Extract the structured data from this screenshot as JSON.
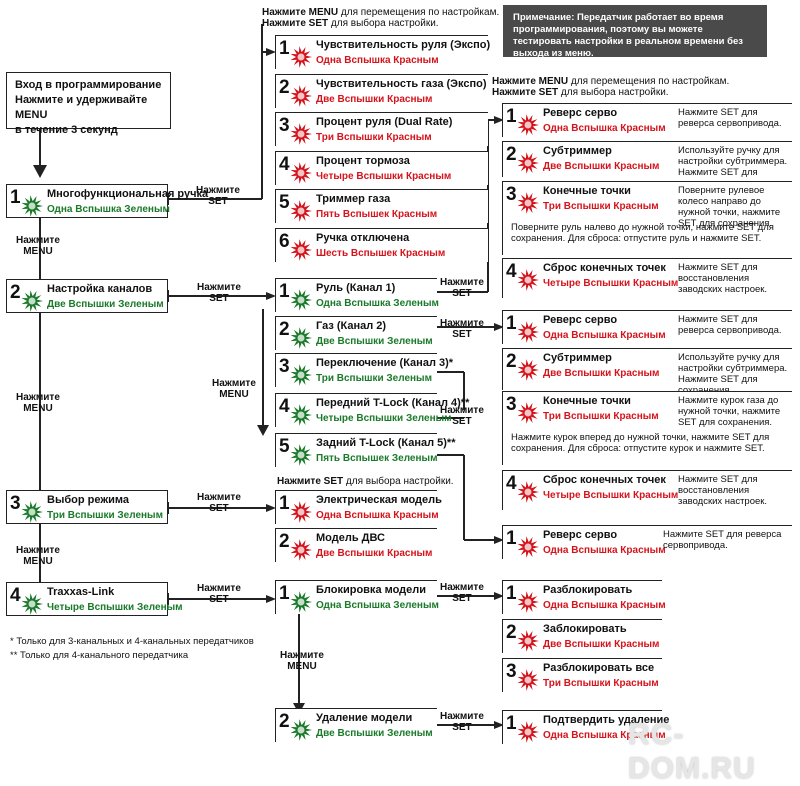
{
  "top_instructions": {
    "menu_prefix": "Нажмите",
    "menu_word": "MENU",
    "menu_rest": "для перемещения по настройкам.",
    "set_prefix": "Нажмите",
    "set_word": "SET",
    "set_rest": "для выбора настройки."
  },
  "note": "Примечание: Передатчик работает во время программирования, поэтому вы можете тестировать настройки в реальном времени без выхода из меню.",
  "entry": {
    "line1": "Вход в программирование",
    "line2": "Нажмите и удерживайте MENU",
    "line3": "в течение 3 секунд"
  },
  "connector_labels": {
    "press_set": "Нажмите\nSET",
    "press_menu": "Нажмите\nMENU"
  },
  "main_menu": [
    {
      "n": "1",
      "title": "Многофункциональная ручка",
      "flash": "Одна Вспышка Зеленым"
    },
    {
      "n": "2",
      "title": "Настройка каналов",
      "flash": "Две Вспышки Зеленым"
    },
    {
      "n": "3",
      "title": "Выбор режима",
      "flash": "Три Вспышки Зеленым"
    },
    {
      "n": "4",
      "title": "Traxxas-Link",
      "flash": "Четыре Вспышки Зеленым"
    }
  ],
  "multi_knob": [
    {
      "n": "1",
      "title": "Чувствительность руля (Экспо)",
      "flash": "Одна Вспышка Красным"
    },
    {
      "n": "2",
      "title": "Чувствительность газа (Экспо)",
      "flash": "Две Вспышки Красным"
    },
    {
      "n": "3",
      "title": "Процент руля (Dual Rate)",
      "flash": "Три Вспышки Красным"
    },
    {
      "n": "4",
      "title": "Процент тормоза",
      "flash": "Четыре Вспышки Красным"
    },
    {
      "n": "5",
      "title": "Триммер газа",
      "flash": "Пять Вспышек Красным"
    },
    {
      "n": "6",
      "title": "Ручка отключена",
      "flash": "Шесть Вспышек Красным"
    }
  ],
  "channels": [
    {
      "n": "1",
      "title": "Руль (Канал 1)",
      "flash": "Одна Вспышка Зеленым"
    },
    {
      "n": "2",
      "title": "Газ (Канал 2)",
      "flash": "Две Вспышки Зеленым"
    },
    {
      "n": "3",
      "title": "Переключение (Канал 3)*",
      "flash": "Три Вспышки Зеленым"
    },
    {
      "n": "4",
      "title": "Передний T-Lock (Канал 4)**",
      "flash": "Четыре Вспышки Зеленым"
    },
    {
      "n": "5",
      "title": "Задний T-Lock (Канал 5)**",
      "flash": "Пять Вспышек Зеленым"
    }
  ],
  "mid_instructions": {
    "menu_prefix": "Нажмите",
    "menu_word": "MENU",
    "menu_rest": "для перемещения по настройкам.",
    "set_prefix": "Нажмите",
    "set_word": "SET",
    "set_rest": "для выбора настройки."
  },
  "steering_sub": [
    {
      "n": "1",
      "title": "Реверс серво",
      "flash": "Одна Вспышка Красным",
      "desc": "Нажмите SET для реверса сервопривода."
    },
    {
      "n": "2",
      "title": "Субтриммер",
      "flash": "Две Вспышки Красным",
      "desc": "Используйте ручку для настройки субтриммера. Нажмите SET для сохранения."
    },
    {
      "n": "3",
      "title": "Конечные точки",
      "flash": "Три Вспышки Красным",
      "desc": "Поверните рулевое колесо направо до нужной точки, нажмите SET для сохранения.",
      "desc2": "Поверните руль налево до нужной точки, нажмите SET для сохранения. Для сброса: отпустите руль и нажмите SET."
    },
    {
      "n": "4",
      "title": "Сброс конечных точек",
      "flash": "Четыре Вспышки Красным",
      "desc": "Нажмите SET для восстановления заводских настроек."
    }
  ],
  "throttle_sub": [
    {
      "n": "1",
      "title": "Реверс серво",
      "flash": "Одна Вспышка Красным",
      "desc": "Нажмите SET для реверса сервопривода."
    },
    {
      "n": "2",
      "title": "Субтриммер",
      "flash": "Две Вспышки Красным",
      "desc": "Используйте ручку для настройки субтриммера. Нажмите SET для сохранения."
    },
    {
      "n": "3",
      "title": "Конечные точки",
      "flash": "Три Вспышки Красным",
      "desc": "Нажмите курок газа до нужной точки, нажмите SET для сохранения.",
      "desc2": "Нажмите курок вперед до нужной точки, нажмите SET для сохранения. Для сброса: отпустите курок и нажмите SET."
    },
    {
      "n": "4",
      "title": "Сброс конечных точек",
      "flash": "Четыре Вспышки Красным",
      "desc": "Нажмите SET для восстановления заводских настроек."
    }
  ],
  "rear_tlock_sub": {
    "n": "1",
    "title": "Реверс серво",
    "flash": "Одна Вспышка Красным",
    "desc": "Нажмите SET для реверса сервопривода."
  },
  "mode_instructions": {
    "set_prefix": "Нажмите",
    "set_word": "SET",
    "set_rest": "для выбора настройки."
  },
  "modes": [
    {
      "n": "1",
      "title": "Электрическая модель",
      "flash": "Одна Вспышка Красным"
    },
    {
      "n": "2",
      "title": "Модель ДВС",
      "flash": "Две Вспышки Красным"
    }
  ],
  "link": [
    {
      "n": "1",
      "title": "Блокировка модели",
      "flash": "Одна Вспышка Зеленым"
    },
    {
      "n": "2",
      "title": "Удаление модели",
      "flash": "Две Вспышки Зеленым"
    }
  ],
  "lock_sub": [
    {
      "n": "1",
      "title": "Разблокировать",
      "flash": "Одна Вспышка Красным"
    },
    {
      "n": "2",
      "title": "Заблокировать",
      "flash": "Две Вспышки Красным"
    },
    {
      "n": "3",
      "title": "Разблокировать все",
      "flash": "Три Вспышки Красным"
    }
  ],
  "delete_sub": {
    "n": "1",
    "title": "Подтвердить удаление",
    "flash": "Одна Вспышка Красным"
  },
  "footnotes": {
    "f1": "*  Только для 3-канальных и 4-канальных передатчиков",
    "f2": "** Только для 4-канального передатчика"
  },
  "watermark": "RC-DOM.RU",
  "colors": {
    "red_flash": "#d4141c",
    "green_flash": "#1a7a2a",
    "note_bg": "#4a4a4a"
  },
  "icons": {
    "red_led": "red-starburst-icon",
    "green_led": "green-starburst-icon"
  }
}
